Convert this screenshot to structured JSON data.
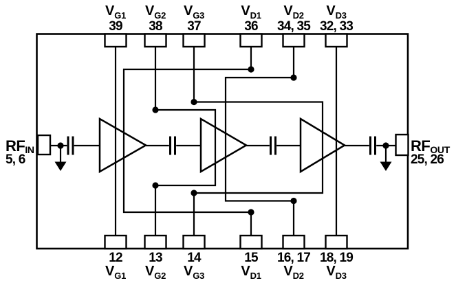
{
  "diagram": {
    "description": "Three-stage RF amplifier functional block diagram",
    "colors": {
      "line": "#000000",
      "background": "#ffffff"
    },
    "rf_input": {
      "label": "RF",
      "sub": "IN",
      "pins": "5, 6"
    },
    "rf_output": {
      "label": "RF",
      "sub": "OUT",
      "pins": "25, 26"
    },
    "top_pins": [
      {
        "label": "V",
        "sub": "G1",
        "pin": "39"
      },
      {
        "label": "V",
        "sub": "G2",
        "pin": "38"
      },
      {
        "label": "V",
        "sub": "G3",
        "pin": "37"
      },
      {
        "label": "V",
        "sub": "D1",
        "pin": "36"
      },
      {
        "label": "V",
        "sub": "D2",
        "pin": "34, 35"
      },
      {
        "label": "V",
        "sub": "D3",
        "pin": "32, 33"
      }
    ],
    "bottom_pins": [
      {
        "label": "V",
        "sub": "G1",
        "pin": "12"
      },
      {
        "label": "V",
        "sub": "G2",
        "pin": "13"
      },
      {
        "label": "V",
        "sub": "G3",
        "pin": "14"
      },
      {
        "label": "V",
        "sub": "D1",
        "pin": "15"
      },
      {
        "label": "V",
        "sub": "D2",
        "pin": "16, 17"
      },
      {
        "label": "V",
        "sub": "D3",
        "pin": "18, 19"
      }
    ],
    "stage_count": "3"
  }
}
